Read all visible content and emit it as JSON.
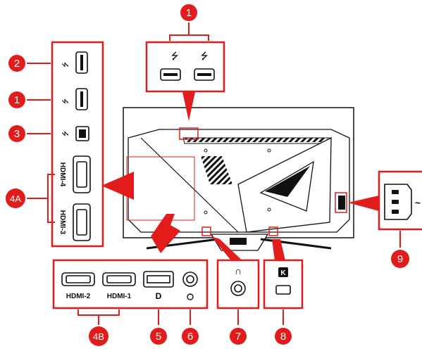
{
  "badges": {
    "b1_top": "1",
    "b2_left": "2",
    "b1_left": "1",
    "b3_left": "3",
    "b4a_left": "4A",
    "b4b": "4B",
    "b5": "5",
    "b6": "6",
    "b7": "7",
    "b8": "8",
    "b9": "9"
  },
  "port_labels": {
    "hdmi4": "HDMI-4",
    "hdmi3": "HDMI-3",
    "hdmi2": "HDMI-2",
    "hdmi1": "HDMI-1"
  },
  "symbols": {
    "usb": "⭍",
    "displayport": "D",
    "headphone": "∩",
    "kensington": "K",
    "ac": "~"
  },
  "colors": {
    "accent": "#e21b1b",
    "line": "#111111",
    "background": "#ffffff"
  }
}
